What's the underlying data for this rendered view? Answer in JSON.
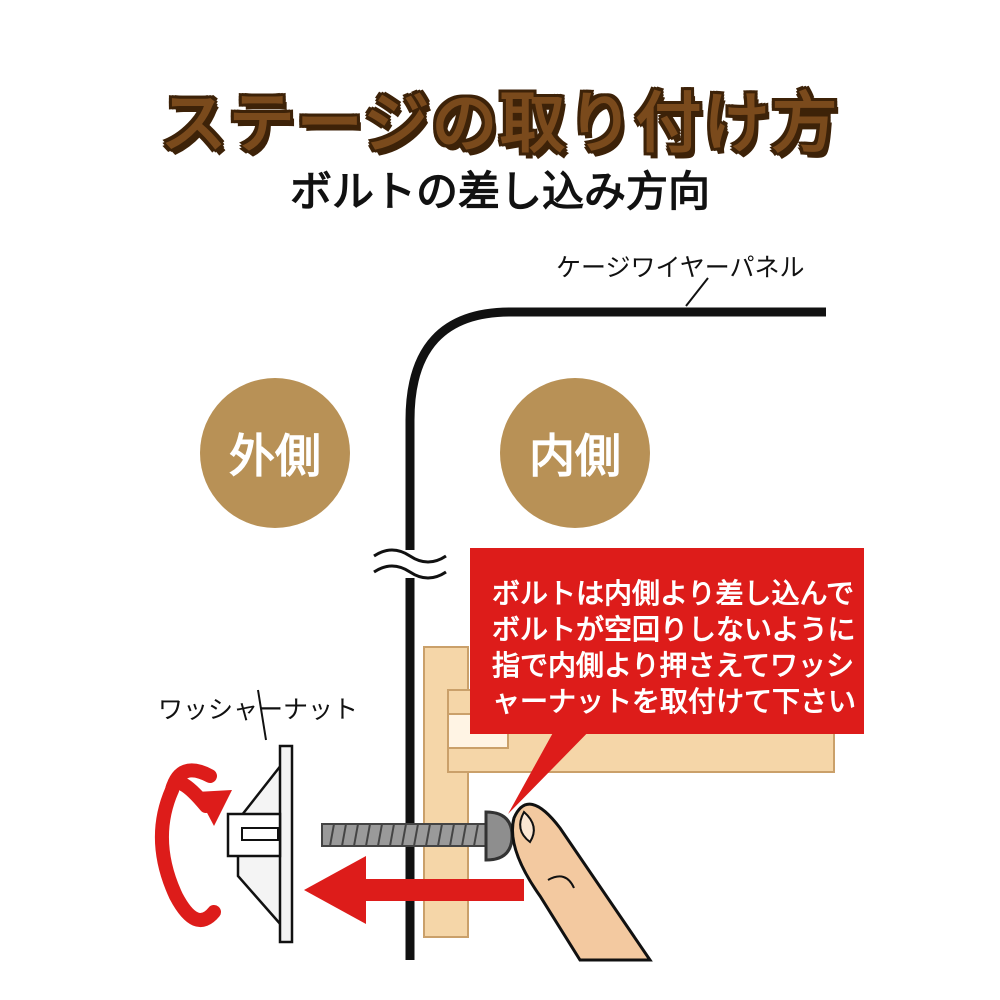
{
  "title": "ステージの取り付け方",
  "subtitle": "ボルトの差し込み方向",
  "labels": {
    "cage_wire_panel": "ケージワイヤーパネル",
    "washer_nut": "ワッシャーナット",
    "outside": "外側",
    "inside": "内側"
  },
  "instruction_lines": [
    "ボルトは内側より差し込んで",
    "ボルトが空回りしないように",
    "指で内側より押さえてワッシ",
    "ャーナットを取付けて下さい"
  ],
  "colors": {
    "title": "#7a4a1c",
    "circle": "#b89156",
    "callout": "#dd1c1a",
    "arrow": "#dd1c1a",
    "stage_wood": "#f5d6a8"
  },
  "icons": [
    "rotation-arrow-icon",
    "insert-direction-arrow-icon",
    "finger-icon",
    "bolt-icon",
    "washer-nut-icon"
  ]
}
